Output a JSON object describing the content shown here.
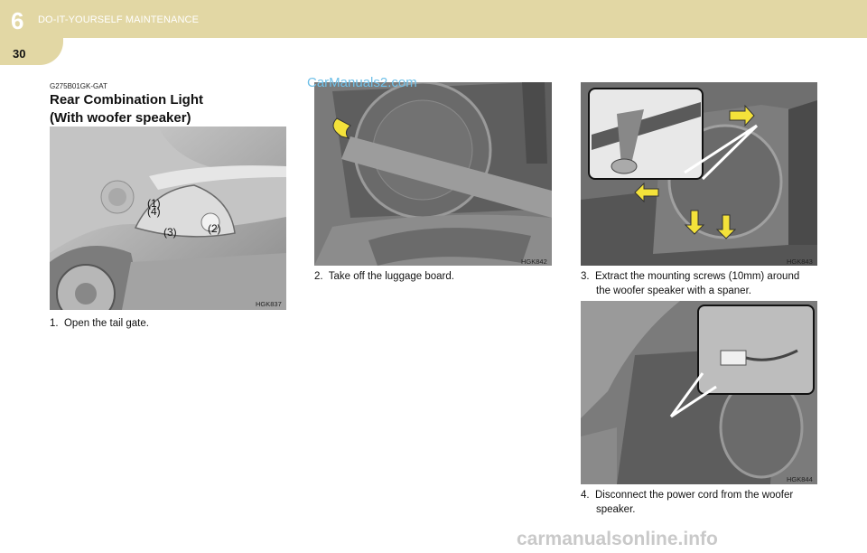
{
  "header": {
    "chapter_number": "6",
    "chapter_title": "DO-IT-YOURSELF MAINTENANCE",
    "page_number": "30"
  },
  "section": {
    "code": "G275B01GK-GAT",
    "title_line1": "Rear Combination Light",
    "title_line2": "(With woofer speaker)"
  },
  "figures": [
    {
      "code": "HGK837",
      "callouts": [
        "(1)",
        "(2)",
        "(3)",
        "(4)"
      ]
    },
    {
      "code": "HGK842"
    },
    {
      "code": "HGK843"
    },
    {
      "code": "HGK844"
    }
  ],
  "steps": [
    {
      "number": "1.",
      "text": "Open the tail gate."
    },
    {
      "number": "2.",
      "text": "Take off the luggage board."
    },
    {
      "number": "3.",
      "text_line1": "Extract the mounting screws (10mm) around",
      "text_line2": "the woofer speaker with a spaner."
    },
    {
      "number": "4.",
      "text_line1": "Disconnect the power cord from the woofer",
      "text_line2": "speaker."
    }
  ],
  "watermarks": {
    "top": "CarManuals2.com",
    "bottom": "carmanualsonline.info"
  },
  "colors": {
    "header_band": "#e2d7a4",
    "arrow_yellow": "#f4e23a",
    "watermark_top": "#6fc0e8"
  }
}
